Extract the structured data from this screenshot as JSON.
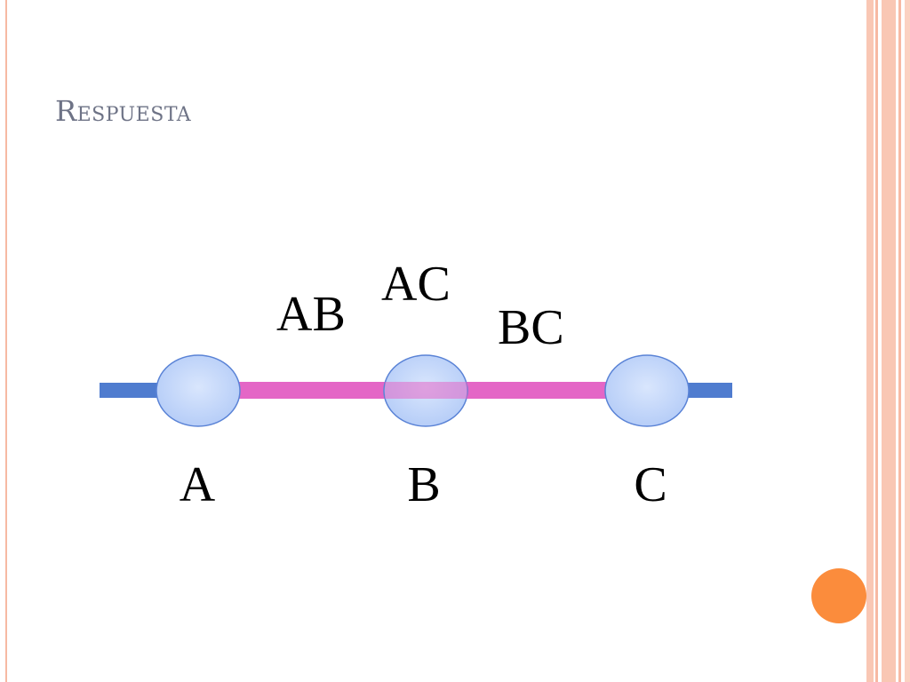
{
  "slide": {
    "title": "Respuesta"
  },
  "diagram": {
    "segment_labels": [
      "AB",
      "AC",
      "BC"
    ],
    "point_labels": [
      "A",
      "B",
      "C"
    ],
    "colors": {
      "line": "#4f7ccf",
      "segment": "#e466c6",
      "point_fill": "#c5d8fb",
      "point_stroke": "#5a83d6",
      "accent_dot": "#fb8c3c",
      "border": "#f7b9a3"
    }
  }
}
